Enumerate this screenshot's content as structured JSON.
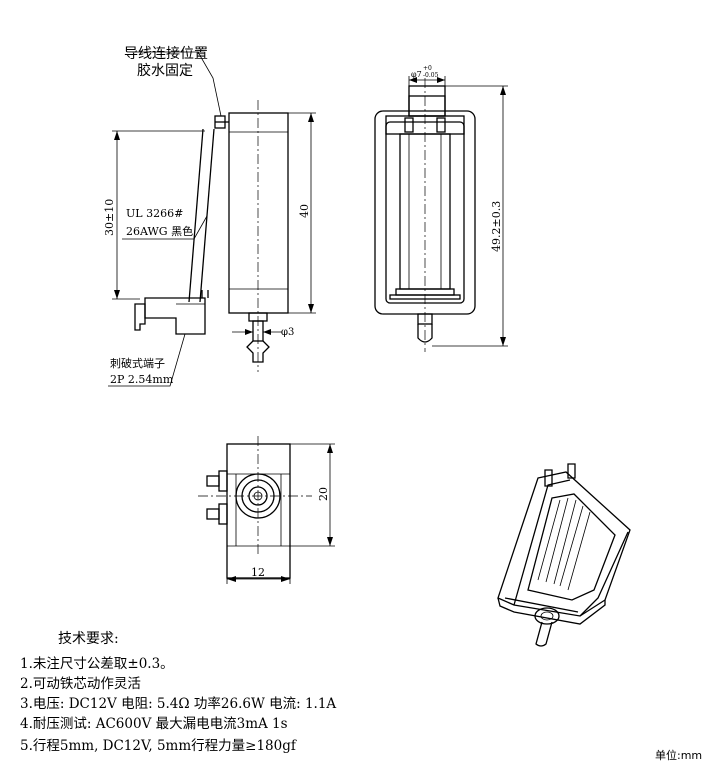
{
  "callouts": {
    "wire_position_line1": "导线连接位置",
    "wire_position_line2": "胶水固定",
    "wire_spec_line1": "UL 3266#",
    "wire_spec_line2": "26AWG 黑色",
    "terminal_line1": "刺破式端子",
    "terminal_line2": "2P  2.54mm"
  },
  "dimensions": {
    "wire_length": "30±10",
    "body_length": "40",
    "shaft_dia": "φ3",
    "plunger_dia": "φ7",
    "plunger_tol_upper": "+0",
    "plunger_tol_lower": "-0.05",
    "total_length": "49.2±0.3",
    "height": "20",
    "width": "12"
  },
  "requirements": {
    "title": "技术要求:",
    "items": [
      "1.未注尺寸公差取±0.3。",
      "2.可动铁芯动作灵活",
      "3.电压: DC12V  电阻: 5.4Ω  功率26.6W  电流: 1.1A",
      "4.耐压测试: AC600V  最大漏电电流3mA  1s",
      "5.行程5mm, DC12V, 5mm行程力量≥180gf"
    ]
  },
  "unit_label": "单位:mm"
}
